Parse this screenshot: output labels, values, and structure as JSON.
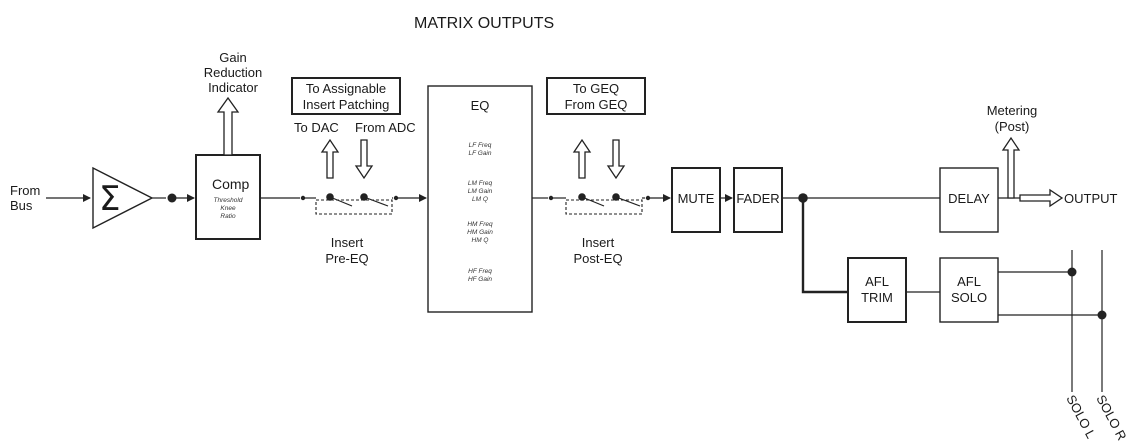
{
  "title": "MATRIX OUTPUTS",
  "input_label": [
    "From",
    "Bus"
  ],
  "gain_reduction_label": [
    "Gain",
    "Reduction",
    "Indicator"
  ],
  "comp": {
    "label": "Comp",
    "params": [
      "Threshold",
      "Knee",
      "Ratio"
    ]
  },
  "insert_pre": {
    "patch_box": [
      "To Assignable",
      "Insert Patching"
    ],
    "to_dac": "To DAC",
    "from_adc": "From ADC",
    "label": [
      "Insert",
      "Pre-EQ"
    ]
  },
  "eq": {
    "label": "EQ",
    "groups": [
      [
        "LF Freq",
        "LF Gain"
      ],
      [
        "LM Freq",
        "LM Gain",
        "LM Q"
      ],
      [
        "HM Freq",
        "HM Gain",
        "HM Q"
      ],
      [
        "HF Freq",
        "HF Gain"
      ]
    ]
  },
  "insert_post": {
    "geq_box": [
      "To GEQ",
      "From GEQ"
    ],
    "label": [
      "Insert",
      "Post-EQ"
    ]
  },
  "mute": "MUTE",
  "fader": "FADER",
  "metering_label": [
    "Metering",
    "(Post)"
  ],
  "delay": "DELAY",
  "output_label": "OUTPUT",
  "afl_trim": [
    "AFL",
    "TRIM"
  ],
  "afl_solo": [
    "AFL",
    "SOLO"
  ],
  "solo_l": "SOLO L",
  "solo_r": "SOLO R"
}
